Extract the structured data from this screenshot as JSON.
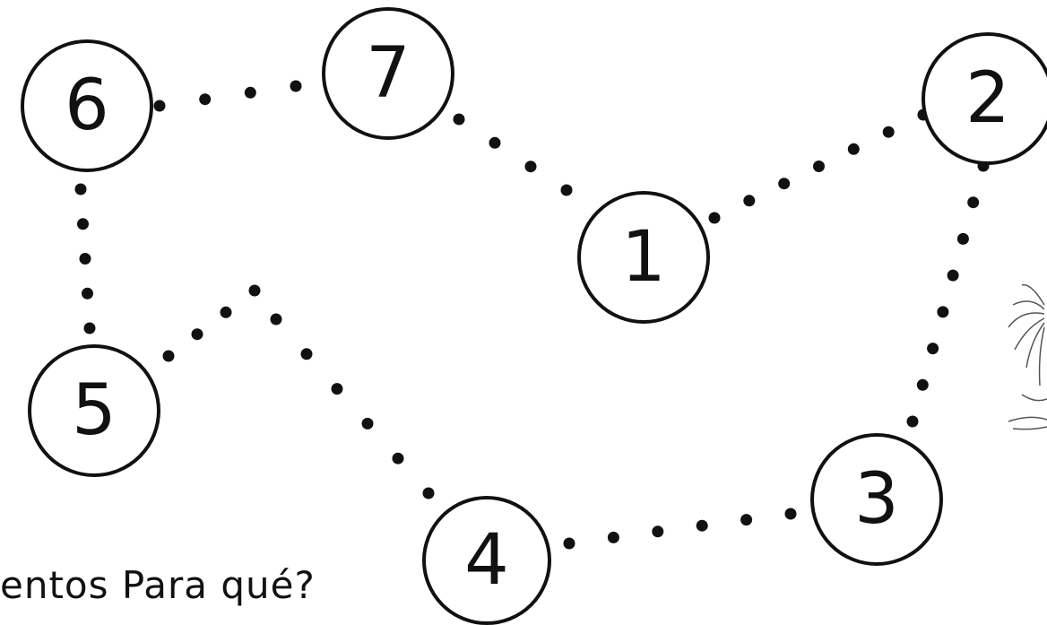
{
  "nodes": [
    {
      "id": "1",
      "label": "1"
    },
    {
      "id": "2",
      "label": "2"
    },
    {
      "id": "3",
      "label": "3"
    },
    {
      "id": "4",
      "label": "4"
    },
    {
      "id": "5",
      "label": "5"
    },
    {
      "id": "6",
      "label": "6"
    },
    {
      "id": "7",
      "label": "7"
    }
  ],
  "edges": [
    {
      "from": "6",
      "to": "7",
      "style": "dotted"
    },
    {
      "from": "7",
      "to": "1",
      "style": "dotted"
    },
    {
      "from": "1",
      "to": "2",
      "style": "dotted"
    },
    {
      "from": "2",
      "to": "3",
      "style": "dotted"
    },
    {
      "from": "3",
      "to": "4",
      "style": "dotted"
    },
    {
      "from": "4",
      "to": "5",
      "style": "dotted",
      "via": "corner"
    },
    {
      "from": "5",
      "to": "6",
      "style": "dotted"
    }
  ],
  "caption": "entos Para qué?",
  "colors": {
    "ink": "#111111",
    "background": "#ffffff"
  }
}
